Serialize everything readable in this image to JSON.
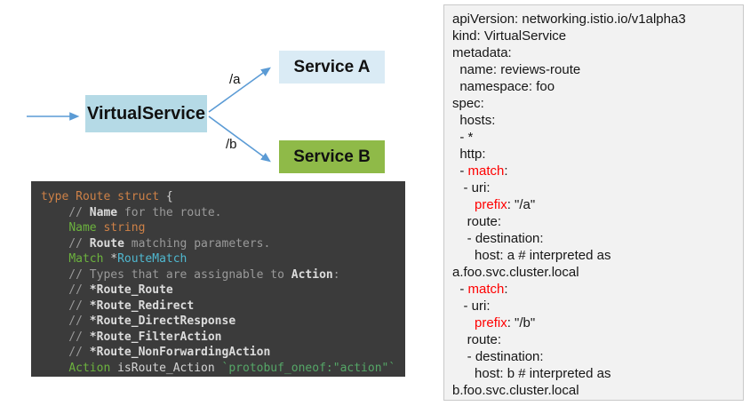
{
  "diagram": {
    "virtualservice_label": "VirtualService",
    "service_a_label": "Service A",
    "service_b_label": "Service B",
    "route_a_label": "/a",
    "route_b_label": "/b",
    "colors": {
      "virtualservice_fill": "#b5dae6",
      "service_a_fill": "#daebf5",
      "service_b_fill": "#8fba48",
      "arrow": "#5b9bd5"
    }
  },
  "code_block": {
    "background": "#3b3b3b",
    "lines": [
      [
        {
          "t": "type Route struct ",
          "c": "kw"
        },
        {
          "t": "{",
          "c": "lt"
        }
      ],
      [
        {
          "t": "    // ",
          "c": "cm"
        },
        {
          "t": "Name",
          "c": "id"
        },
        {
          "t": " for the route.",
          "c": "cm"
        }
      ],
      [
        {
          "t": "    "
        },
        {
          "t": "Name",
          "c": "gr"
        },
        {
          "t": " "
        },
        {
          "t": "string",
          "c": "kw"
        }
      ],
      [
        {
          "t": "    // ",
          "c": "cm"
        },
        {
          "t": "Route",
          "c": "id"
        },
        {
          "t": " matching parameters.",
          "c": "cm"
        }
      ],
      [
        {
          "t": "    "
        },
        {
          "t": "Match",
          "c": "gr"
        },
        {
          "t": " *",
          "c": "lt"
        },
        {
          "t": "RouteMatch",
          "c": "cy"
        }
      ],
      [
        {
          "t": "    // Types that are assignable to ",
          "c": "cm"
        },
        {
          "t": "Action",
          "c": "id"
        },
        {
          "t": ":",
          "c": "cm"
        }
      ],
      [
        {
          "t": "    // ",
          "c": "cm"
        },
        {
          "t": "*Route_Route",
          "c": "id"
        }
      ],
      [
        {
          "t": "    // ",
          "c": "cm"
        },
        {
          "t": "*Route_Redirect",
          "c": "id"
        }
      ],
      [
        {
          "t": "    // ",
          "c": "cm"
        },
        {
          "t": "*Route_DirectResponse",
          "c": "id"
        }
      ],
      [
        {
          "t": "    // ",
          "c": "cm"
        },
        {
          "t": "*Route_FilterAction",
          "c": "id"
        }
      ],
      [
        {
          "t": "    // ",
          "c": "cm"
        },
        {
          "t": "*Route_NonForwardingAction",
          "c": "id"
        }
      ],
      [
        {
          "t": "    "
        },
        {
          "t": "Action",
          "c": "gr"
        },
        {
          "t": " isRoute_Action ",
          "c": "lt"
        },
        {
          "t": "`protobuf_oneof:\"action\"`",
          "c": "sg"
        }
      ]
    ]
  },
  "yaml_panel": {
    "background": "#f2f2f2",
    "accent_red": "#ff0000",
    "lines": [
      [
        {
          "t": "apiVersion: networking.istio.io/v1alpha3"
        }
      ],
      [
        {
          "t": "kind: VirtualService"
        }
      ],
      [
        {
          "t": "metadata:"
        }
      ],
      [
        {
          "t": "  name: reviews-route"
        }
      ],
      [
        {
          "t": "  namespace: foo"
        }
      ],
      [
        {
          "t": "spec:"
        }
      ],
      [
        {
          "t": "  hosts:"
        }
      ],
      [
        {
          "t": "  - *"
        }
      ],
      [
        {
          "t": "  http:"
        }
      ],
      [
        {
          "t": "  - "
        },
        {
          "t": "match",
          "c": "red"
        },
        {
          "t": ":"
        }
      ],
      [
        {
          "t": "   - uri:"
        }
      ],
      [
        {
          "t": "      "
        },
        {
          "t": "prefix",
          "c": "red"
        },
        {
          "t": ": \"/a\""
        }
      ],
      [
        {
          "t": "    route:"
        }
      ],
      [
        {
          "t": "    - destination:"
        }
      ],
      [
        {
          "t": "      host: a # interpreted as"
        }
      ],
      [
        {
          "t": "a.foo.svc.cluster.local"
        }
      ],
      [
        {
          "t": "  - "
        },
        {
          "t": "match",
          "c": "red"
        },
        {
          "t": ":"
        }
      ],
      [
        {
          "t": "   - uri:"
        }
      ],
      [
        {
          "t": "      "
        },
        {
          "t": "prefix",
          "c": "red"
        },
        {
          "t": ": \"/b\""
        }
      ],
      [
        {
          "t": "    route:"
        }
      ],
      [
        {
          "t": "    - destination:"
        }
      ],
      [
        {
          "t": "      host: b # interpreted as"
        }
      ],
      [
        {
          "t": "b.foo.svc.cluster.local"
        }
      ]
    ]
  }
}
